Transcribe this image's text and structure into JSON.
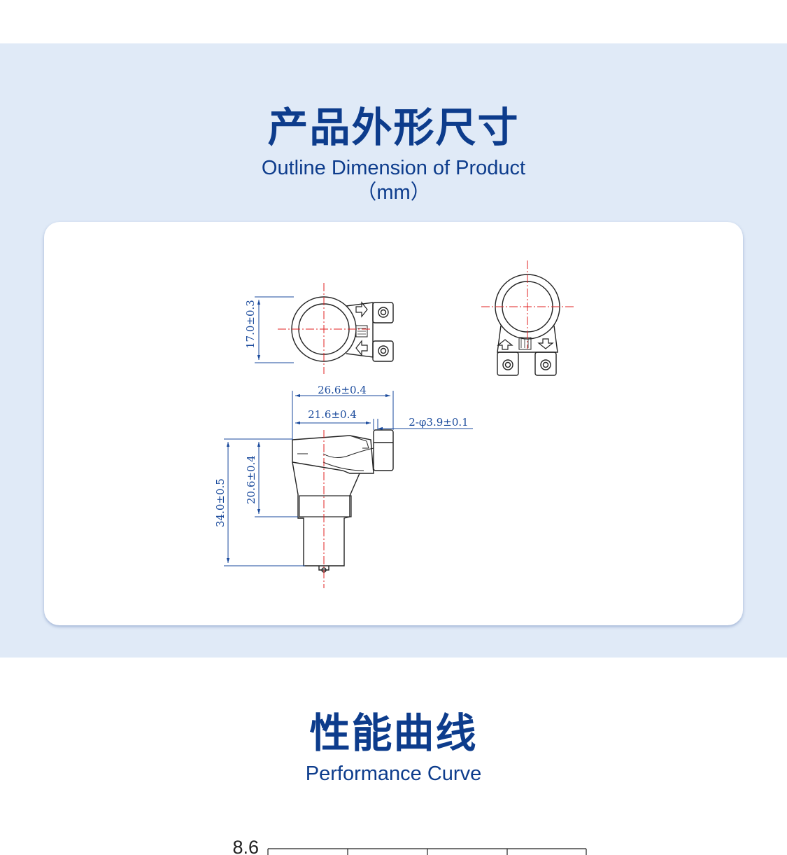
{
  "dimension_section": {
    "title_cn": "产品外形尺寸",
    "title_en": "Outline Dimension of Product",
    "unit": "（mm）"
  },
  "drawing": {
    "dim_height_top": "17.0±0.3",
    "dim_width_total": "26.6±0.4",
    "dim_width_body": "21.6±0.4",
    "dim_hole": "2-φ3.9±0.1",
    "dim_height_total": "34.0±0.5",
    "dim_height_body": "20.6±0.4"
  },
  "performance_section": {
    "title_cn": "性能曲线",
    "title_en": "Performance Curve"
  },
  "chart_data": {
    "type": "line",
    "y_tick_labels": [
      "8.6"
    ],
    "grid": true
  }
}
